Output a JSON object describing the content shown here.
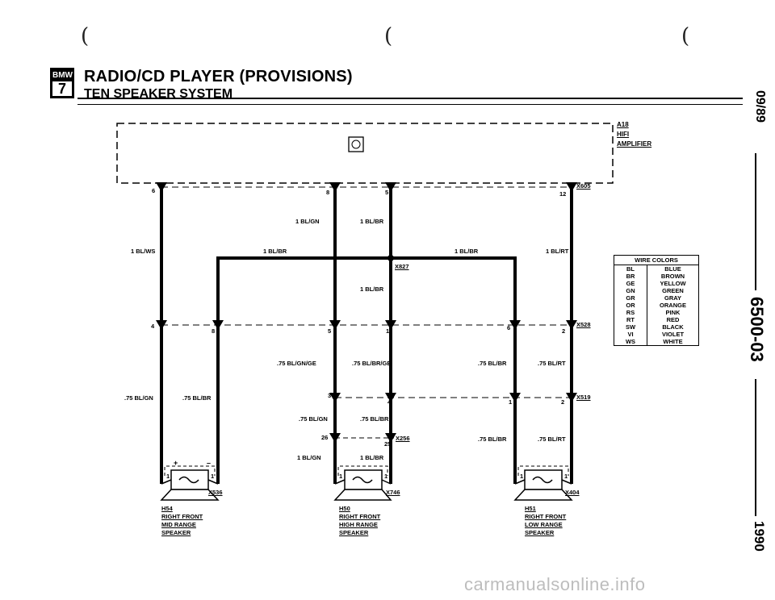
{
  "header": {
    "logo_top": "BMW",
    "logo_bottom": "7",
    "title": "RADIO/CD PLAYER (PROVISIONS)",
    "subtitle": "TEN SPEAKER SYSTEM"
  },
  "side": {
    "date": "09/89",
    "section": "6500-03",
    "year": "1990"
  },
  "amplifier": {
    "id": "A18",
    "line1": "HIFI",
    "line2": "AMPLIFIER",
    "connector": "X605"
  },
  "pins": {
    "top_6": "6",
    "top_8": "8",
    "top_5": "5",
    "top_12": "12",
    "mid_4": "4",
    "mid_8": "8",
    "mid_5": "5",
    "mid_1": "1",
    "mid_6": "6",
    "mid_2": "2",
    "low_3": "3",
    "low_4": "4",
    "low_1": "1",
    "low_2": "2",
    "bot_26": "26",
    "bot_25": "25",
    "spk_1a": "1",
    "spk_1b": "1",
    "spk_1c": "1",
    "spk_1d": "1",
    "spk_1e": "1",
    "spk_1f": "1",
    "plus": "+",
    "minus": "–"
  },
  "connectors": {
    "x827": "X827",
    "x528": "X528",
    "x519": "X519",
    "x256": "X256",
    "x536": "X536",
    "x746": "X746",
    "x404": "X404"
  },
  "wires": {
    "bl_gn_top": "1 BL/GN",
    "bl_br_top": "1 BL/BR",
    "bl_ws": "1 BL/WS",
    "bl_br_left": "1 BL/BR",
    "bl_br_right": "1 BL/BR",
    "bl_rt": "1 BL/RT",
    "bl_br_center": "1 BL/BR",
    "gn_ge": ".75 BL/GN/GE",
    "br_ge": ".75 BL/BR/GE",
    "br_right1": ".75 BL/BR",
    "rt_right1": ".75 BL/RT",
    "gn_left": ".75 BL/GN",
    "br_left": ".75 BL/BR",
    "gn_center": ".75 BL/GN",
    "br_center": ".75 BL/BR",
    "br_right2": ".75 BL/BR",
    "rt_right2": ".75 BL/RT",
    "gn_bottom": "1 BL/GN",
    "br_bottom": "1 BL/BR"
  },
  "speakers": [
    {
      "id": "H54",
      "line1": "RIGHT FRONT",
      "line2": "MID RANGE",
      "line3": "SPEAKER"
    },
    {
      "id": "H50",
      "line1": "RIGHT FRONT",
      "line2": "HIGH RANGE",
      "line3": "SPEAKER"
    },
    {
      "id": "H51",
      "line1": "RIGHT FRONT",
      "line2": "LOW RANGE",
      "line3": "SPEAKER"
    }
  ],
  "legend": {
    "title": "WIRE COLORS",
    "rows": [
      {
        "code": "BL",
        "name": "BLUE"
      },
      {
        "code": "BR",
        "name": "BROWN"
      },
      {
        "code": "GE",
        "name": "YELLOW"
      },
      {
        "code": "GN",
        "name": "GREEN"
      },
      {
        "code": "GR",
        "name": "GRAY"
      },
      {
        "code": "OR",
        "name": "ORANGE"
      },
      {
        "code": "RS",
        "name": "PINK"
      },
      {
        "code": "RT",
        "name": "RED"
      },
      {
        "code": "SW",
        "name": "BLACK"
      },
      {
        "code": "VI",
        "name": "VIOLET"
      },
      {
        "code": "WS",
        "name": "WHITE"
      }
    ]
  },
  "watermark": "carmanualsonline.info"
}
